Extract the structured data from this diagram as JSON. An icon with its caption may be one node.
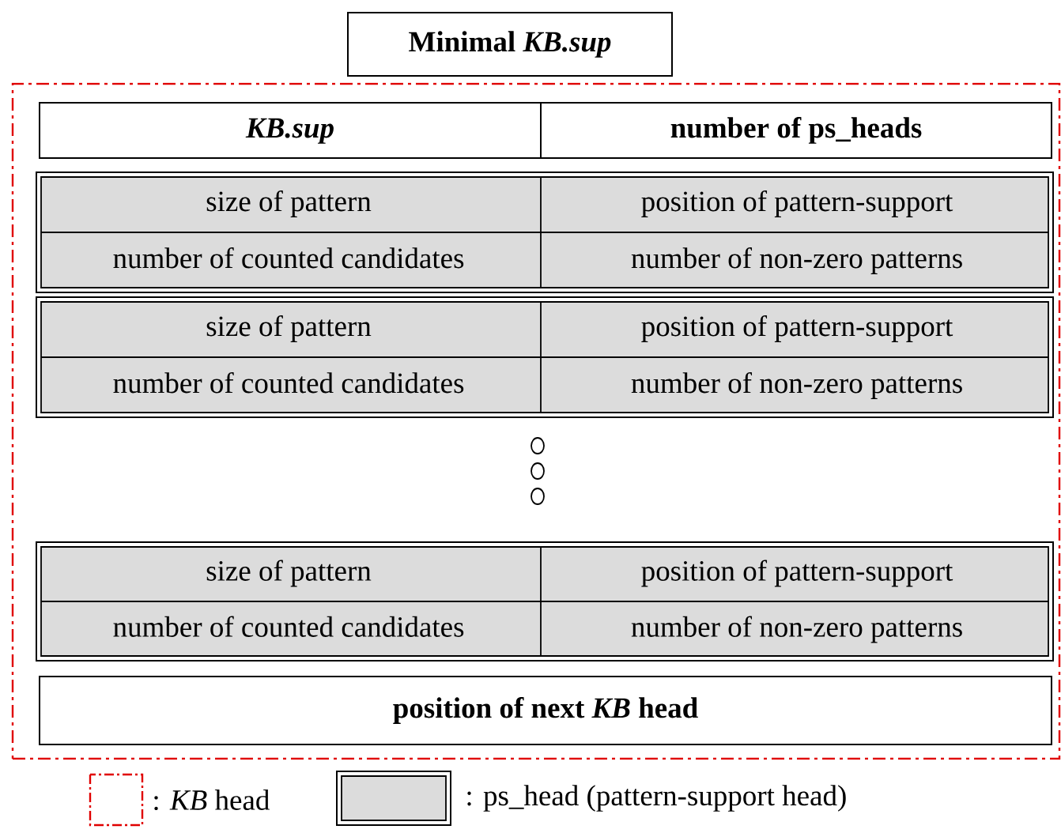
{
  "diagram": {
    "nodes": [
      {
        "text": [
          "Minimal *KB.sup*"
        ]
      },
      {
        "text": [],
        "shape": "box"
      },
      {
        "text": [
          "KB.sup",
          "number of ps_heads"
        ],
        "in": 1
      },
      {
        "text": [
          "size of pattern",
          "position of pattern-support",
          "number of counted candidates",
          "number of non-zero patterns"
        ],
        "in": 1
      },
      {
        "text": [
          "size of pattern",
          "position of pattern-support",
          "number of counted candidates",
          "number of non-zero patterns"
        ],
        "in": 1
      },
      {
        "text": [
          "size of pattern",
          "position of pattern-support",
          "number of counted candidates",
          "number of non-zero patterns"
        ],
        "in": 1
      },
      {
        "text": [
          "position of next *KB* head"
        ],
        "in": 1
      }
    ],
    "edges": [],
    "legend": [
      {
        "text": ": *KB* head"
      },
      {
        "text": ": ps_head (pattern-support head)"
      }
    ]
  }
}
